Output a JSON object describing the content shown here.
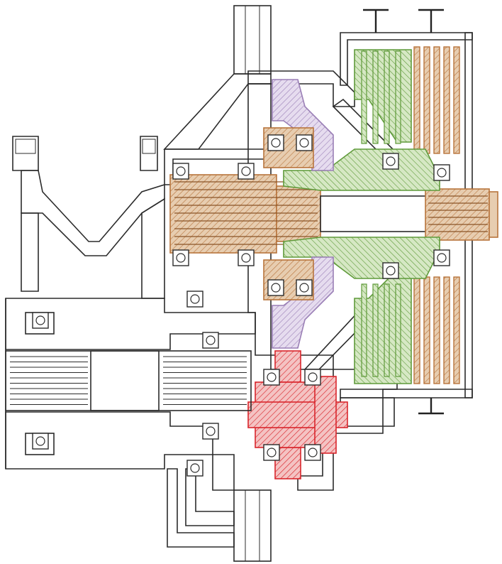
{
  "drawing": {
    "colors": {
      "paper": "#ffffff",
      "ink": "#2b2b2b",
      "hatch": "#5a5a5a",
      "brown": "#b8743c",
      "brown_fill": "#e7cdb0",
      "green": "#5f9a3a",
      "green_fill": "#d6e8c4",
      "purple": "#9a7fb6",
      "purple_fill": "#e6dcef",
      "red": "#d9262c",
      "red_fill": "#f4c3c3"
    },
    "components": [
      {
        "id": "casing",
        "color": "ink"
      },
      {
        "id": "mainshaft",
        "color": "brown"
      },
      {
        "id": "clutch-friction-plates",
        "color": "brown"
      },
      {
        "id": "clutch-pressure-levers",
        "color": "green"
      },
      {
        "id": "clutch-hub",
        "color": "green"
      },
      {
        "id": "intermediate-gear",
        "color": "purple"
      },
      {
        "id": "pinion-gear",
        "color": "red"
      },
      {
        "id": "lower-shaft",
        "color": "ink"
      }
    ],
    "icons": [
      "hatch-pattern",
      "bearing-symbol",
      "handwheel-symbol"
    ]
  }
}
